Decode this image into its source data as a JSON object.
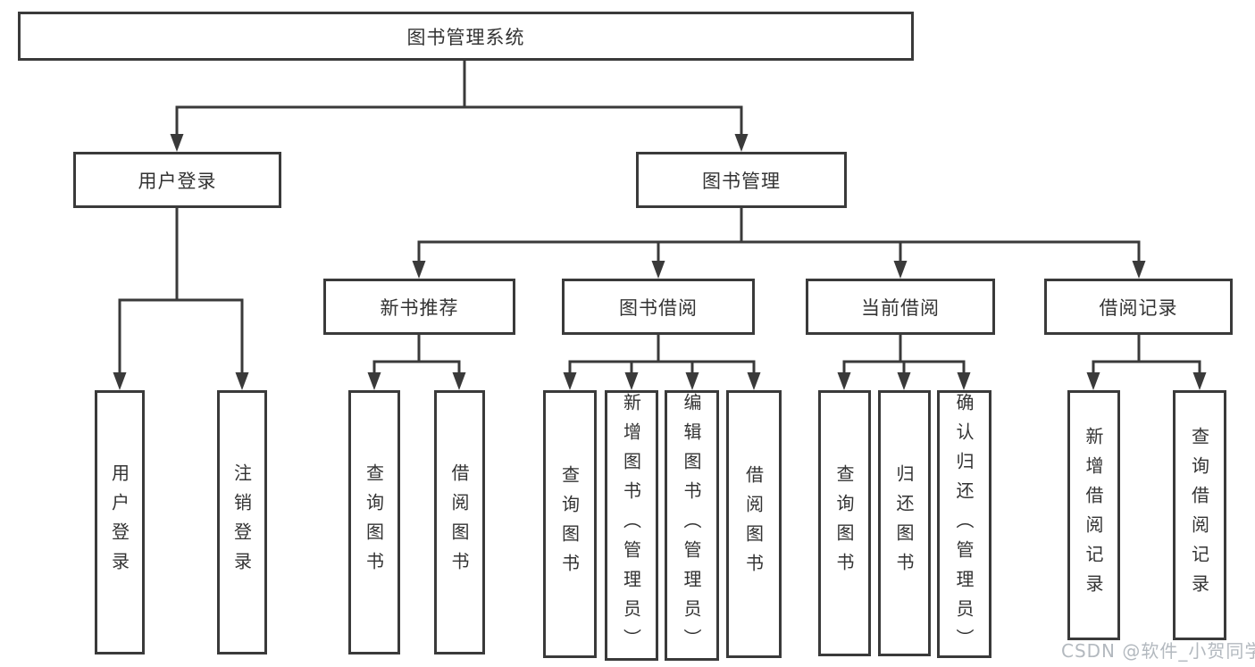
{
  "diagram": {
    "root": {
      "label": "图书管理系统"
    },
    "branches": [
      {
        "label": "用户登录",
        "children": [
          {
            "label": "用户登录"
          },
          {
            "label": "注销登录"
          }
        ]
      },
      {
        "label": "图书管理",
        "children": [
          {
            "label": "新书推荐",
            "children": [
              {
                "label": "查询图书"
              },
              {
                "label": "借阅图书"
              }
            ]
          },
          {
            "label": "图书借阅",
            "children": [
              {
                "label": "查询图书"
              },
              {
                "label": "新增图书（管理员）"
              },
              {
                "label": "编辑图书（管理员）"
              },
              {
                "label": "借阅图书"
              }
            ]
          },
          {
            "label": "当前借阅",
            "children": [
              {
                "label": "查询图书"
              },
              {
                "label": "归还图书"
              },
              {
                "label": "确认归还（管理员）"
              }
            ]
          },
          {
            "label": "借阅记录",
            "children": [
              {
                "label": "新增借阅记录"
              },
              {
                "label": "查询借阅记录"
              }
            ]
          }
        ]
      }
    ]
  },
  "watermark": {
    "text": "CSDN @软件_小贺同学"
  },
  "colors": {
    "line": "#3a3a3a",
    "text": "#333333",
    "watermark": "#b3b9bf",
    "background": "#ffffff"
  }
}
